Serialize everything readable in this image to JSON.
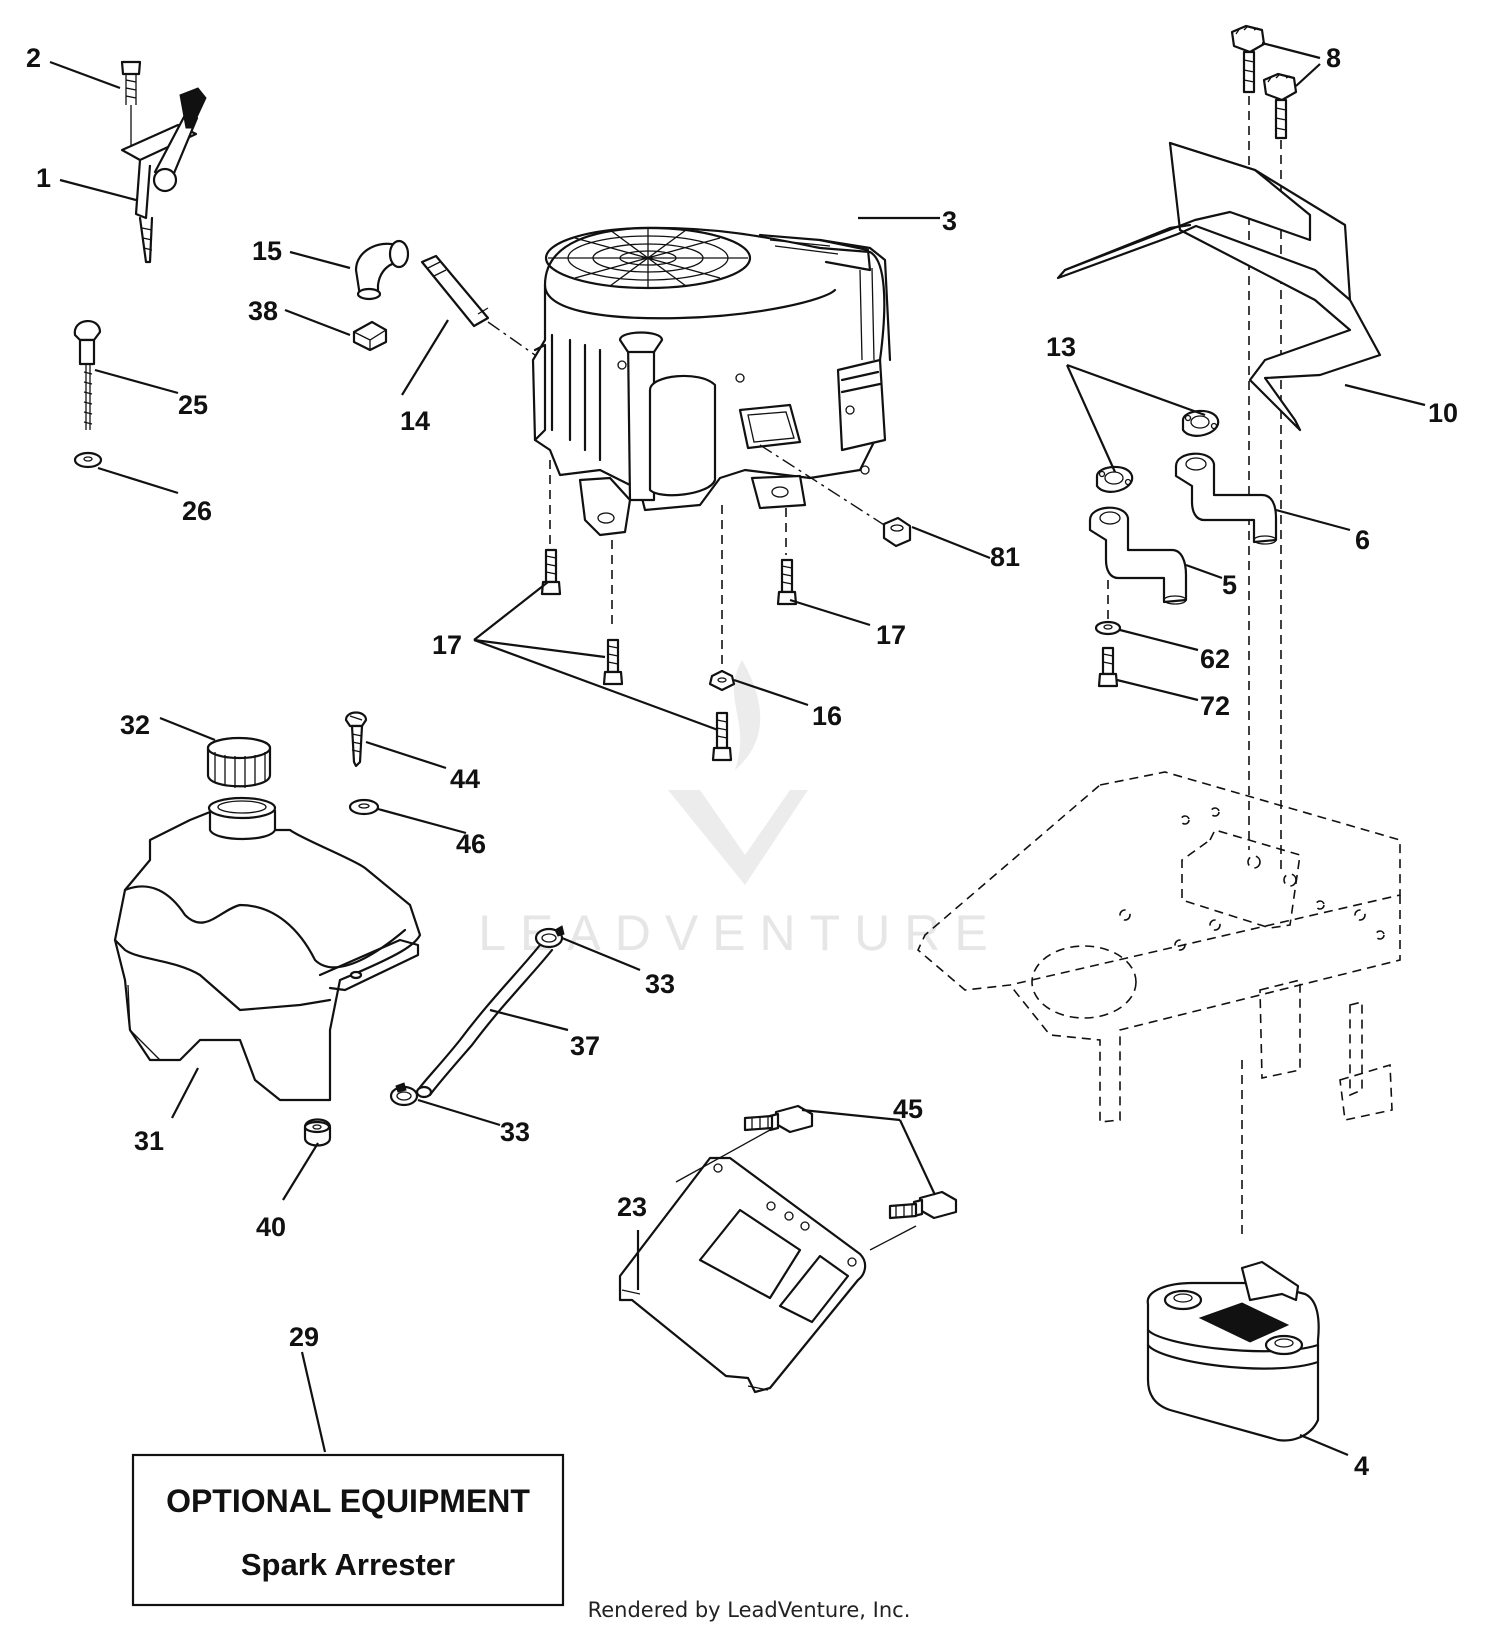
{
  "callouts": {
    "c1": "1",
    "c2": "2",
    "c3": "3",
    "c4": "4",
    "c5": "5",
    "c6": "6",
    "c8": "8",
    "c10": "10",
    "c13": "13",
    "c14": "14",
    "c15": "15",
    "c16": "16",
    "c17a": "17",
    "c17b": "17",
    "c23": "23",
    "c25": "25",
    "c26": "26",
    "c29": "29",
    "c31": "31",
    "c32": "32",
    "c33a": "33",
    "c33b": "33",
    "c37": "37",
    "c38": "38",
    "c40": "40",
    "c44": "44",
    "c45": "45",
    "c46": "46",
    "c62": "62",
    "c72": "72",
    "c81": "81"
  },
  "optional_box": {
    "title": "OPTIONAL EQUIPMENT",
    "subtitle": "Spark Arrester"
  },
  "watermark": "LEADVENTURE",
  "footer": "Rendered by LeadVenture, Inc."
}
